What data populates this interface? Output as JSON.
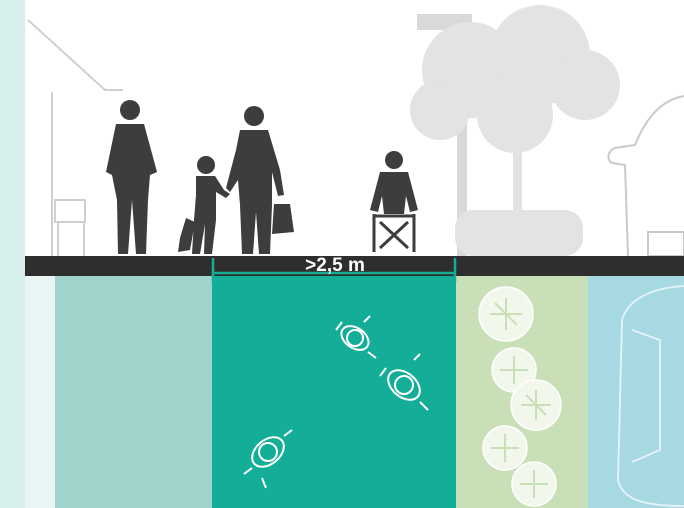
{
  "diagram": {
    "width_label": ">2,5 m",
    "elements": {
      "people": [
        "person-standing",
        "child-with-bag",
        "adult-holding-hand",
        "person-in-wheelchair"
      ],
      "zones": [
        "building-frontage-zone",
        "pedestrian-walking-zone",
        "planting-strip",
        "parking-lane"
      ]
    }
  },
  "colors": {
    "frontage_band": "#d6eeec",
    "frontage_zone": "#9fd3cc",
    "walking_zone": "#14ae98",
    "planting_zone": "#c8dfb8",
    "parking_zone": "#a6d9e2",
    "curb": "#2e2e2e",
    "silhouettes": "#3d3d3d",
    "background_elements": "#d9d9d9"
  }
}
